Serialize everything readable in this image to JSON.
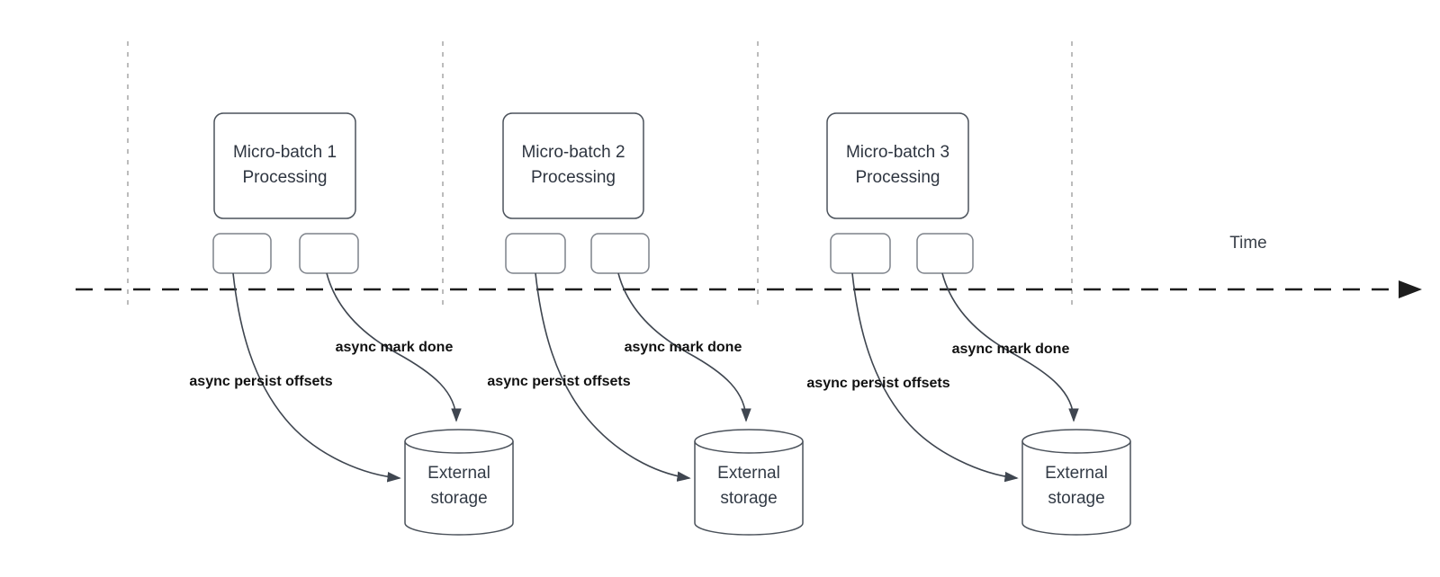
{
  "diagram": {
    "time_label": "Time",
    "batches": [
      {
        "title_line1": "Micro-batch 1",
        "title_line2": "Processing",
        "persist_offsets_label": "async persist offsets",
        "mark_done_label": "async mark done",
        "storage_line1": "External",
        "storage_line2": "storage"
      },
      {
        "title_line1": "Micro-batch 2",
        "title_line2": "Processing",
        "persist_offsets_label": "async persist offsets",
        "mark_done_label": "async mark done",
        "storage_line1": "External",
        "storage_line2": "storage"
      },
      {
        "title_line1": "Micro-batch 3",
        "title_line2": "Processing",
        "persist_offsets_label": "async persist offsets",
        "mark_done_label": "async mark done",
        "storage_line1": "External",
        "storage_line2": "storage"
      }
    ],
    "colors": {
      "shape_stroke": "#4b525b",
      "small_box_stroke": "#7d828a",
      "guide_line": "#a6a6a6",
      "timeline": "#1d1d1d",
      "arrow": "#3f4650",
      "title_text": "#2e3540",
      "label_text": "#111111"
    }
  }
}
